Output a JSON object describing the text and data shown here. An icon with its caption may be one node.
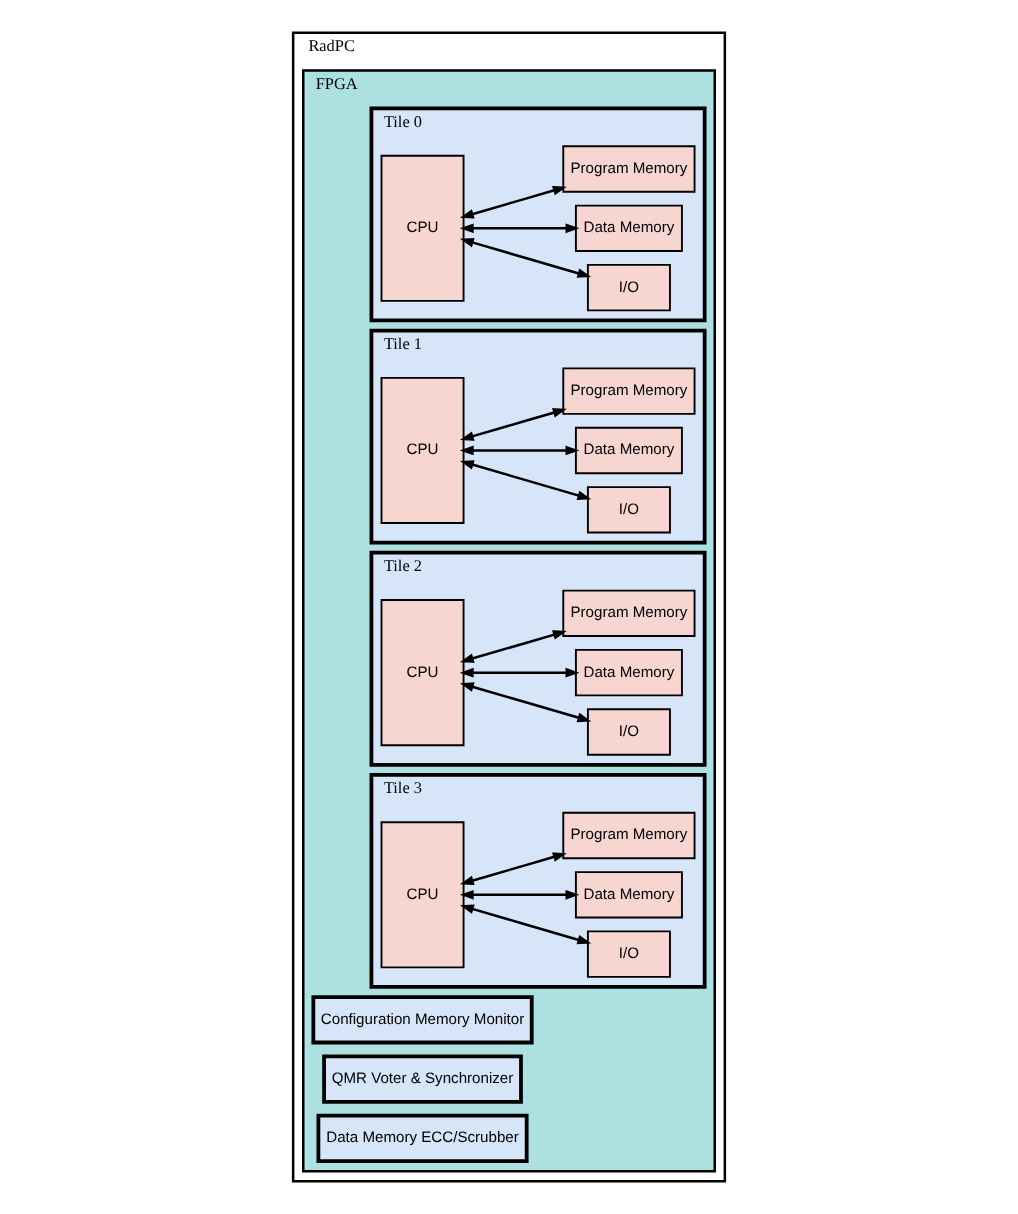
{
  "diagram": {
    "nodes": [
      {
        "text": [
          "RadPC"
        ]
      },
      {
        "text": [
          "FPGA"
        ],
        "in": 0
      },
      {
        "text": [
          "Tile 0"
        ],
        "in": 1
      },
      {
        "text": [
          "CPU"
        ],
        "in": 2
      },
      {
        "text": [
          "I/O"
        ],
        "in": 2
      },
      {
        "text": [
          "Data Memory"
        ],
        "in": 2
      },
      {
        "text": [
          "Program Memory"
        ],
        "in": 2
      },
      {
        "text": [
          "Tile 1"
        ],
        "in": 1
      },
      {
        "text": [
          "CPU"
        ],
        "in": 7
      },
      {
        "text": [
          "I/O"
        ],
        "in": 7
      },
      {
        "text": [
          "Data Memory"
        ],
        "in": 7
      },
      {
        "text": [
          "Program Memory"
        ],
        "in": 7
      },
      {
        "text": [
          "Tile 2"
        ],
        "in": 1
      },
      {
        "text": [
          "CPU"
        ],
        "in": 12
      },
      {
        "text": [
          "I/O"
        ],
        "in": 12
      },
      {
        "text": [
          "Data Memory"
        ],
        "in": 12
      },
      {
        "text": [
          "Program Memory"
        ],
        "in": 12
      },
      {
        "text": [
          "Tile 3"
        ],
        "in": 1
      },
      {
        "text": [
          "CPU"
        ],
        "in": 17
      },
      {
        "text": [
          "I/O"
        ],
        "in": 17
      },
      {
        "text": [
          "Data Memory"
        ],
        "in": 17
      },
      {
        "text": [
          "Program Memory"
        ],
        "in": 17
      },
      {
        "text": [
          "Configuration Memory Monitor"
        ],
        "in": 1
      },
      {
        "text": [
          "QMR Voter & Synchronizer"
        ],
        "in": 1
      },
      {
        "text": [
          "Data Memory ECC/Scrubber"
        ],
        "in": 1
      }
    ],
    "edges": [
      {
        "from": 3,
        "to": 4,
        "arrow": "both"
      },
      {
        "from": 3,
        "to": 5,
        "arrow": "both"
      },
      {
        "from": 3,
        "to": 6,
        "arrow": "both"
      },
      {
        "from": 8,
        "to": 9,
        "arrow": "both"
      },
      {
        "from": 8,
        "to": 10,
        "arrow": "both"
      },
      {
        "from": 8,
        "to": 11,
        "arrow": "both"
      },
      {
        "from": 13,
        "to": 14,
        "arrow": "both"
      },
      {
        "from": 13,
        "to": 15,
        "arrow": "both"
      },
      {
        "from": 13,
        "to": 16,
        "arrow": "both"
      },
      {
        "from": 18,
        "to": 19,
        "arrow": "both"
      },
      {
        "from": 18,
        "to": 20,
        "arrow": "both"
      },
      {
        "from": 18,
        "to": 21,
        "arrow": "both"
      }
    ]
  }
}
